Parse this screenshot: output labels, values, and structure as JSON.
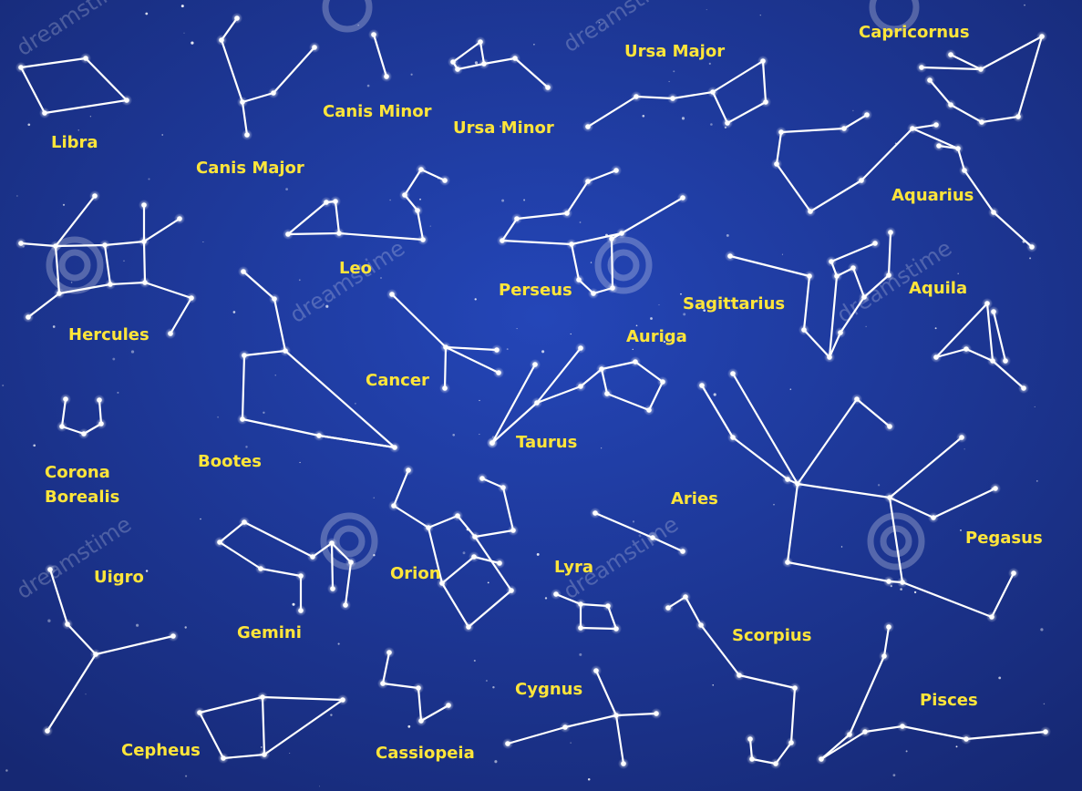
{
  "constellations": {
    "libra": "Libra",
    "canis_major": "Canis Major",
    "canis_minor": "Canis Minor",
    "ursa_minor": "Ursa Minor",
    "ursa_major": "Ursa Major",
    "capricornus": "Capricornus",
    "aquarius": "Aquarius",
    "hercules": "Hercules",
    "leo": "Leo",
    "perseus": "Perseus",
    "sagittarius": "Sagittarius",
    "aquila": "Aquila",
    "cancer": "Cancer",
    "auriga": "Auriga",
    "taurus": "Taurus",
    "bootes": "Bootes",
    "corona_borealis_1": "Corona",
    "corona_borealis_2": "Borealis",
    "aries": "Aries",
    "pegasus": "Pegasus",
    "uigro": "Uigro",
    "orion": "Orion",
    "lyra": "Lyra",
    "gemini": "Gemini",
    "scorpius": "Scorpius",
    "cygnus": "Cygnus",
    "pisces": "Pisces",
    "cepheus": "Cepheus",
    "cassiopeia": "Cassiopeia"
  },
  "watermark": "dreamstime",
  "colors": {
    "sky_center": "#1f3fb0",
    "sky_edge": "#16266e",
    "label": "#ffe53a",
    "lines": "#ffffff"
  }
}
